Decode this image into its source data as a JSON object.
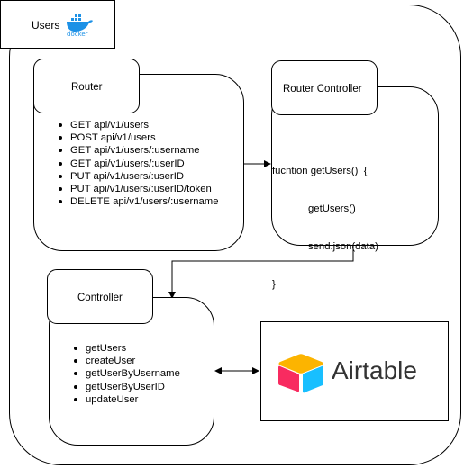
{
  "container": {
    "title": "Users",
    "docker_logo_text": "docker"
  },
  "router": {
    "title": "Router",
    "endpoints": [
      "GET api/v1/users",
      "POST api/v1/users",
      "GET api/v1/users/:username",
      "GET api/v1/users/:userID",
      "PUT api/v1/users/:userID",
      "PUT api/v1/users/:userID/token",
      "DELETE api/v1/users/:username"
    ]
  },
  "router_controller": {
    "title": "Router Controller",
    "code": [
      "fucntion getUsers()  {",
      "getUsers()",
      "send.json(data)",
      "}"
    ]
  },
  "controller": {
    "title": "Controller",
    "functions": [
      "getUsers",
      "createUser",
      "getUserByUsername",
      "getUserByUserID",
      "updateUser"
    ]
  },
  "airtable": {
    "logo_text": "Airtable"
  },
  "colors": {
    "docker_blue": "#1d91e6",
    "airtable_yellow": "#fcb400",
    "airtable_blue": "#18bfff",
    "airtable_red": "#f82b60",
    "airtable_text": "#333333"
  }
}
